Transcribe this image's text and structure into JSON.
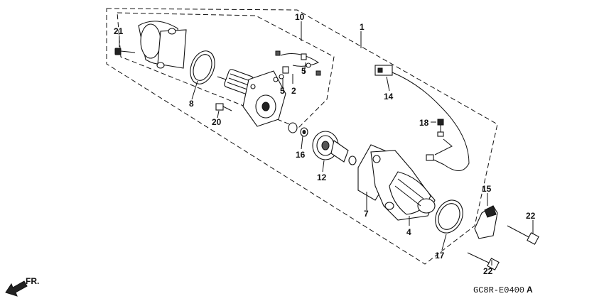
{
  "diagram": {
    "code": "GC8R-E0400",
    "code_suffix": "A",
    "direction_label": "FR.",
    "callouts": {
      "c1": "1",
      "c2": "2",
      "c4": "4",
      "c5a": "5",
      "c5b": "5",
      "c7": "7",
      "c8": "8",
      "c10": "10",
      "c12": "12",
      "c14": "14",
      "c15": "15",
      "c16": "16",
      "c17": "17",
      "c18": "18",
      "c20": "20",
      "c21": "21",
      "c22a": "22",
      "c22b": "22"
    }
  }
}
